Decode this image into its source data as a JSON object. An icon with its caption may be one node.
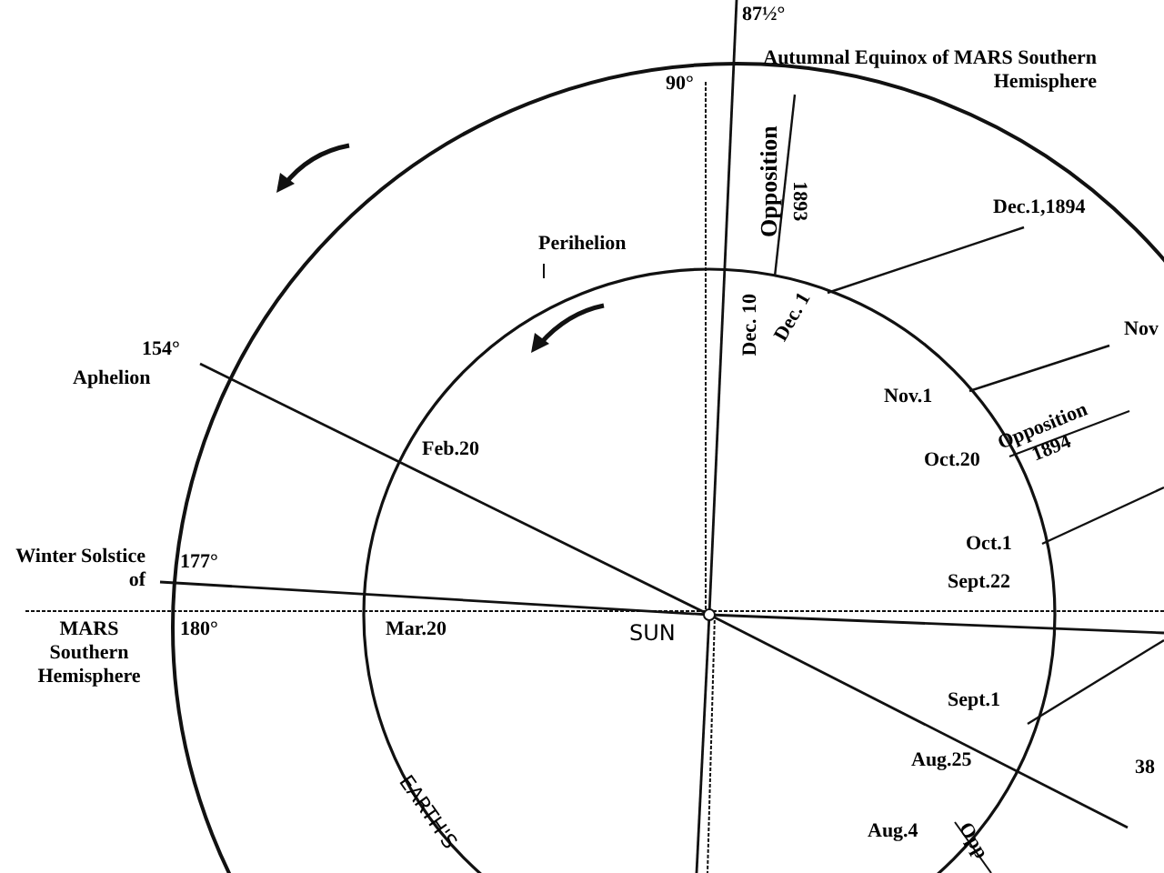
{
  "diagram": {
    "labels": [
      "87½°",
      "Autumnal Equinox of MARS Southern Hemisphere",
      "90°",
      "Opposition",
      "1893",
      "Perihelion",
      "Dec.1,1894",
      "Dec. 10",
      "Dec. 1",
      "Nov",
      "Nov.1",
      "Opposition 1894",
      "Oct.20",
      "Oct.1",
      "Sept.22",
      "154°",
      "Aphelion",
      "Feb.20",
      "Winter Solstice of",
      "177°",
      "180°",
      "MARS Southern Hemisphere",
      "Mar.20",
      "SUN",
      "Sept.1",
      "Aug.25",
      "38",
      "EARTH'S",
      "Aug.4",
      "Opp"
    ]
  }
}
